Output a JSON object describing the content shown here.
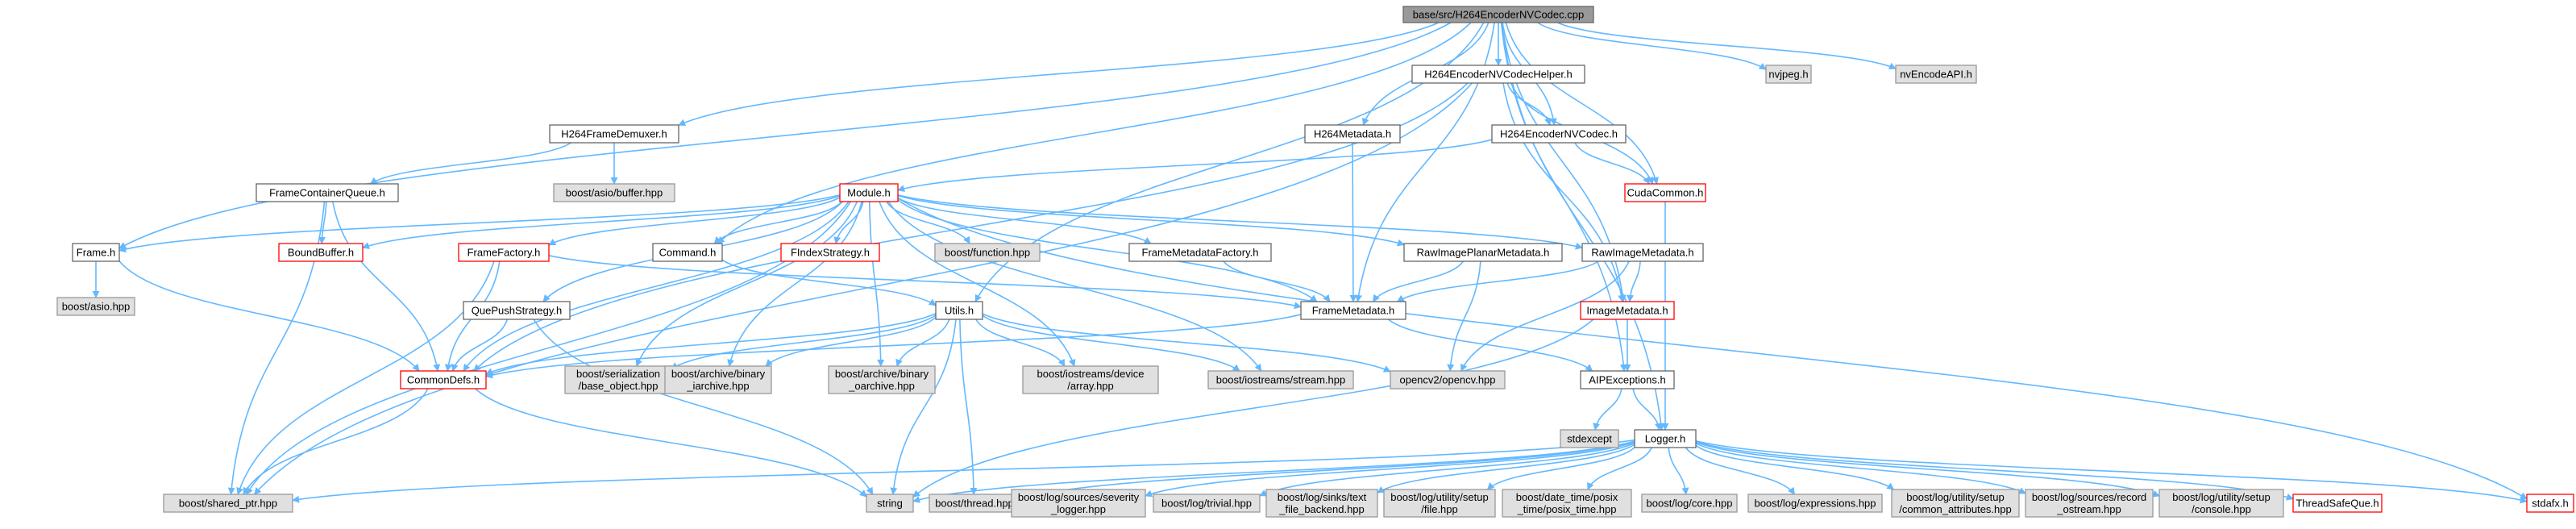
{
  "diagram": {
    "type": "include-dependency-graph",
    "colors": {
      "edge": "#63b8ff",
      "root_fill": "#999999",
      "root_border": "#666666",
      "node_fill": "#ffffff",
      "node_border": "#666666",
      "truncated_border": "#ff0000",
      "external_fill": "#e0e0e0",
      "external_border": "#999999"
    },
    "nodes": [
      {
        "id": "root",
        "lines": [
          "base/src/H264EncoderNVCodec.cpp"
        ],
        "kind": "root"
      },
      {
        "id": "helper",
        "lines": [
          "H264EncoderNVCodecHelper.h"
        ],
        "kind": "normal"
      },
      {
        "id": "nvjpeg",
        "lines": [
          "nvjpeg.h"
        ],
        "kind": "external"
      },
      {
        "id": "nvencodeapi",
        "lines": [
          "nvEncodeAPI.h"
        ],
        "kind": "external"
      },
      {
        "id": "demuxer",
        "lines": [
          "H264FrameDemuxer.h"
        ],
        "kind": "normal"
      },
      {
        "id": "h264meta",
        "lines": [
          "H264Metadata.h"
        ],
        "kind": "normal"
      },
      {
        "id": "encoderh",
        "lines": [
          "H264EncoderNVCodec.h"
        ],
        "kind": "normal"
      },
      {
        "id": "asiobuffer",
        "lines": [
          "boost/asio/buffer.hpp"
        ],
        "kind": "external"
      },
      {
        "id": "fcq",
        "lines": [
          "FrameContainerQueue.h"
        ],
        "kind": "normal"
      },
      {
        "id": "module",
        "lines": [
          "Module.h"
        ],
        "kind": "truncated"
      },
      {
        "id": "cudacommon",
        "lines": [
          "CudaCommon.h"
        ],
        "kind": "truncated"
      },
      {
        "id": "frameh",
        "lines": [
          "Frame.h"
        ],
        "kind": "normal"
      },
      {
        "id": "boundbuffer",
        "lines": [
          "BoundBuffer.h"
        ],
        "kind": "truncated"
      },
      {
        "id": "framefactory",
        "lines": [
          "FrameFactory.h"
        ],
        "kind": "truncated"
      },
      {
        "id": "command",
        "lines": [
          "Command.h"
        ],
        "kind": "normal"
      },
      {
        "id": "findex",
        "lines": [
          "FIndexStrategy.h"
        ],
        "kind": "truncated"
      },
      {
        "id": "function",
        "lines": [
          "boost/function.hpp"
        ],
        "kind": "external"
      },
      {
        "id": "fmfactory",
        "lines": [
          "FrameMetadataFactory.h"
        ],
        "kind": "normal"
      },
      {
        "id": "planar",
        "lines": [
          "RawImagePlanarMetadata.h"
        ],
        "kind": "normal"
      },
      {
        "id": "rawimage",
        "lines": [
          "RawImageMetadata.h"
        ],
        "kind": "normal"
      },
      {
        "id": "asio",
        "lines": [
          "boost/asio.hpp"
        ],
        "kind": "external"
      },
      {
        "id": "qps",
        "lines": [
          "QuePushStrategy.h"
        ],
        "kind": "normal"
      },
      {
        "id": "utils",
        "lines": [
          "Utils.h"
        ],
        "kind": "normal"
      },
      {
        "id": "framemeta",
        "lines": [
          "FrameMetadata.h"
        ],
        "kind": "normal"
      },
      {
        "id": "imagemeta",
        "lines": [
          "ImageMetadata.h"
        ],
        "kind": "truncated"
      },
      {
        "id": "commondefs",
        "lines": [
          "CommonDefs.h"
        ],
        "kind": "truncated"
      },
      {
        "id": "serialization",
        "lines": [
          "boost/serialization",
          "/base_object.hpp"
        ],
        "kind": "external"
      },
      {
        "id": "biarchive",
        "lines": [
          "boost/archive/binary",
          "_iarchive.hpp"
        ],
        "kind": "external"
      },
      {
        "id": "boarchive",
        "lines": [
          "boost/archive/binary",
          "_oarchive.hpp"
        ],
        "kind": "external"
      },
      {
        "id": "iosdevice",
        "lines": [
          "boost/iostreams/device",
          "/array.hpp"
        ],
        "kind": "external"
      },
      {
        "id": "iosstream",
        "lines": [
          "boost/iostreams/stream.hpp"
        ],
        "kind": "external"
      },
      {
        "id": "opencv",
        "lines": [
          "opencv2/opencv.hpp"
        ],
        "kind": "external"
      },
      {
        "id": "aipex",
        "lines": [
          "AIPExceptions.h"
        ],
        "kind": "normal"
      },
      {
        "id": "stdexcept",
        "lines": [
          "stdexcept"
        ],
        "kind": "external"
      },
      {
        "id": "logger",
        "lines": [
          "Logger.h"
        ],
        "kind": "normal"
      },
      {
        "id": "sharedptr",
        "lines": [
          "boost/shared_ptr.hpp"
        ],
        "kind": "external"
      },
      {
        "id": "string",
        "lines": [
          "string"
        ],
        "kind": "external"
      },
      {
        "id": "thread",
        "lines": [
          "boost/thread.hpp"
        ],
        "kind": "external"
      },
      {
        "id": "severity",
        "lines": [
          "boost/log/sources/severity",
          "_logger.hpp"
        ],
        "kind": "external"
      },
      {
        "id": "trivial",
        "lines": [
          "boost/log/trivial.hpp"
        ],
        "kind": "external"
      },
      {
        "id": "sinks",
        "lines": [
          "boost/log/sinks/text",
          "_file_backend.hpp"
        ],
        "kind": "external"
      },
      {
        "id": "setupfile",
        "lines": [
          "boost/log/utility/setup",
          "/file.hpp"
        ],
        "kind": "external"
      },
      {
        "id": "posix",
        "lines": [
          "boost/date_time/posix",
          "_time/posix_time.hpp"
        ],
        "kind": "external"
      },
      {
        "id": "core",
        "lines": [
          "boost/log/core.hpp"
        ],
        "kind": "external"
      },
      {
        "id": "expressions",
        "lines": [
          "boost/log/expressions.hpp"
        ],
        "kind": "external"
      },
      {
        "id": "commonattr",
        "lines": [
          "boost/log/utility/setup",
          "/common_attributes.hpp"
        ],
        "kind": "external"
      },
      {
        "id": "recordos",
        "lines": [
          "boost/log/sources/record",
          "_ostream.hpp"
        ],
        "kind": "external"
      },
      {
        "id": "console",
        "lines": [
          "boost/log/utility/setup",
          "/console.hpp"
        ],
        "kind": "external"
      },
      {
        "id": "tsq",
        "lines": [
          "ThreadSafeQue.h"
        ],
        "kind": "truncated"
      },
      {
        "id": "stdafx",
        "lines": [
          "stdafx.h"
        ],
        "kind": "truncated"
      }
    ],
    "edges": [
      [
        "root",
        "helper"
      ],
      [
        "root",
        "nvjpeg"
      ],
      [
        "root",
        "nvencodeapi"
      ],
      [
        "root",
        "demuxer"
      ],
      [
        "root",
        "h264meta"
      ],
      [
        "root",
        "encoderh"
      ],
      [
        "root",
        "frameh"
      ],
      [
        "root",
        "framemeta"
      ],
      [
        "root",
        "command"
      ],
      [
        "root",
        "utils"
      ],
      [
        "root",
        "logger"
      ],
      [
        "root",
        "cudacommon"
      ],
      [
        "root",
        "aipex"
      ],
      [
        "root",
        "imagemeta"
      ],
      [
        "helper",
        "encoderh"
      ],
      [
        "helper",
        "cudacommon"
      ],
      [
        "helper",
        "sharedptr"
      ],
      [
        "helper",
        "commondefs"
      ],
      [
        "helper",
        "imagemeta"
      ],
      [
        "demuxer",
        "asiobuffer"
      ],
      [
        "demuxer",
        "fcq"
      ],
      [
        "h264meta",
        "framemeta"
      ],
      [
        "encoderh",
        "cudacommon"
      ],
      [
        "encoderh",
        "module"
      ],
      [
        "cudacommon",
        "logger"
      ],
      [
        "fcq",
        "boundbuffer"
      ],
      [
        "fcq",
        "commondefs"
      ],
      [
        "fcq",
        "sharedptr"
      ],
      [
        "module",
        "frameh"
      ],
      [
        "module",
        "boundbuffer"
      ],
      [
        "module",
        "framefactory"
      ],
      [
        "module",
        "command"
      ],
      [
        "module",
        "findex"
      ],
      [
        "module",
        "function"
      ],
      [
        "module",
        "fmfactory"
      ],
      [
        "module",
        "planar"
      ],
      [
        "module",
        "rawimage"
      ],
      [
        "module",
        "qps"
      ],
      [
        "module",
        "framemeta"
      ],
      [
        "module",
        "commondefs"
      ],
      [
        "module",
        "sharedptr"
      ],
      [
        "module",
        "serialization"
      ],
      [
        "module",
        "biarchive"
      ],
      [
        "module",
        "boarchive"
      ],
      [
        "module",
        "iosdevice"
      ],
      [
        "module",
        "iosstream"
      ],
      [
        "module",
        "stdafx"
      ],
      [
        "frameh",
        "asio"
      ],
      [
        "frameh",
        "commondefs"
      ],
      [
        "framefactory",
        "framemeta"
      ],
      [
        "framefactory",
        "commondefs"
      ],
      [
        "framefactory",
        "sharedptr"
      ],
      [
        "command",
        "utils"
      ],
      [
        "fmfactory",
        "framemeta"
      ],
      [
        "planar",
        "framemeta"
      ],
      [
        "planar",
        "opencv"
      ],
      [
        "rawimage",
        "framemeta"
      ],
      [
        "rawimage",
        "imagemeta"
      ],
      [
        "rawimage",
        "opencv"
      ],
      [
        "qps",
        "commondefs"
      ],
      [
        "qps",
        "string"
      ],
      [
        "utils",
        "commondefs"
      ],
      [
        "utils",
        "serialization"
      ],
      [
        "utils",
        "biarchive"
      ],
      [
        "utils",
        "boarchive"
      ],
      [
        "utils",
        "iosdevice"
      ],
      [
        "utils",
        "iosstream"
      ],
      [
        "utils",
        "opencv"
      ],
      [
        "utils",
        "string"
      ],
      [
        "utils",
        "thread"
      ],
      [
        "framemeta",
        "commondefs"
      ],
      [
        "framemeta",
        "aipex"
      ],
      [
        "imagemeta",
        "aipex"
      ],
      [
        "imagemeta",
        "string"
      ],
      [
        "commondefs",
        "sharedptr"
      ],
      [
        "commondefs",
        "string"
      ],
      [
        "aipex",
        "stdexcept"
      ],
      [
        "aipex",
        "logger"
      ],
      [
        "logger",
        "sharedptr"
      ],
      [
        "logger",
        "string"
      ],
      [
        "logger",
        "thread"
      ],
      [
        "logger",
        "severity"
      ],
      [
        "logger",
        "trivial"
      ],
      [
        "logger",
        "sinks"
      ],
      [
        "logger",
        "setupfile"
      ],
      [
        "logger",
        "posix"
      ],
      [
        "logger",
        "core"
      ],
      [
        "logger",
        "expressions"
      ],
      [
        "logger",
        "commonattr"
      ],
      [
        "logger",
        "recordos"
      ],
      [
        "logger",
        "console"
      ],
      [
        "logger",
        "tsq"
      ],
      [
        "logger",
        "stdafx"
      ]
    ]
  }
}
